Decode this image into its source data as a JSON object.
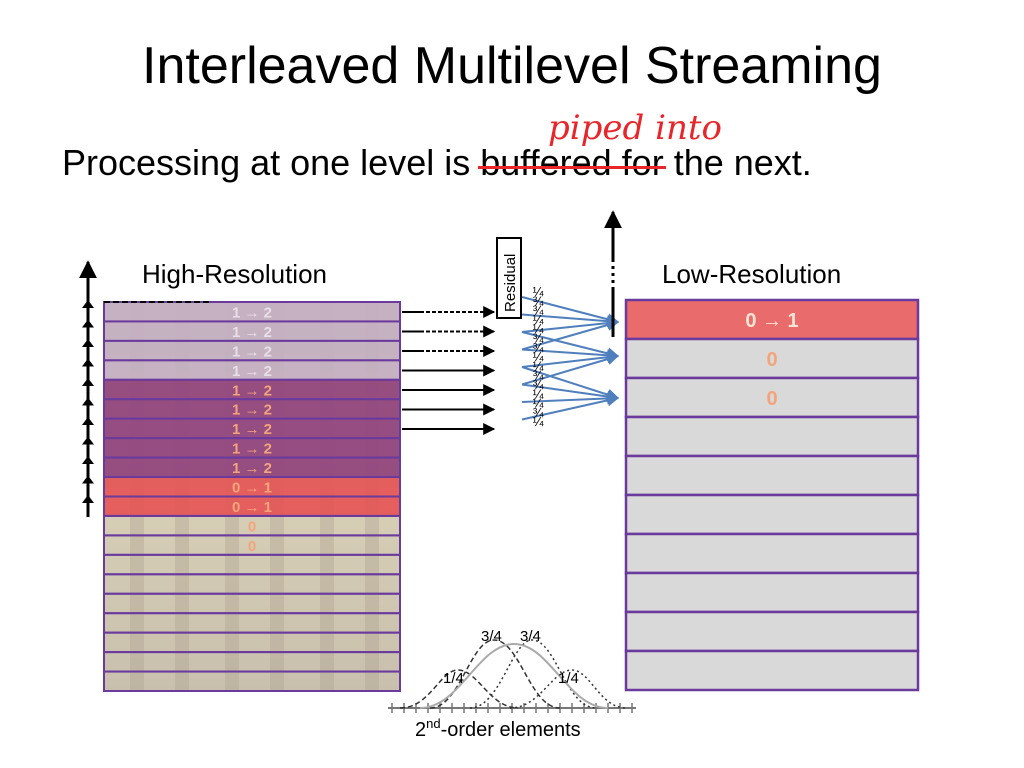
{
  "slide": {
    "title": "Interleaved Multilevel Streaming",
    "subtitle_before": "Processing at one level is ",
    "subtitle_struck": "buffered for",
    "subtitle_after": " the next.",
    "annotation": "piped into"
  },
  "high_res": {
    "label": "High-Resolution",
    "rows": [
      {
        "label": "1 → 2",
        "state": "faded"
      },
      {
        "label": "1 → 2",
        "state": "faded"
      },
      {
        "label": "1 → 2",
        "state": "faded"
      },
      {
        "label": "1 → 2",
        "state": "faded"
      },
      {
        "label": "1 → 2",
        "state": "active12"
      },
      {
        "label": "1 → 2",
        "state": "active12"
      },
      {
        "label": "1 → 2",
        "state": "active12"
      },
      {
        "label": "1 → 2",
        "state": "active12"
      },
      {
        "label": "1 → 2",
        "state": "active12"
      },
      {
        "label": "0 → 1",
        "state": "active01"
      },
      {
        "label": "0 → 1",
        "state": "active01"
      },
      {
        "label": "0",
        "state": "pending"
      },
      {
        "label": "0",
        "state": "pending"
      },
      {
        "label": "",
        "state": "empty"
      },
      {
        "label": "",
        "state": "empty"
      },
      {
        "label": "",
        "state": "empty"
      },
      {
        "label": "",
        "state": "empty"
      },
      {
        "label": "",
        "state": "empty"
      },
      {
        "label": "",
        "state": "empty"
      },
      {
        "label": "",
        "state": "empty"
      }
    ]
  },
  "low_res": {
    "label": "Low-Resolution",
    "rows": [
      {
        "label": "0 → 1",
        "state": "active01"
      },
      {
        "label": "0",
        "state": "pending"
      },
      {
        "label": "0",
        "state": "pending"
      },
      {
        "label": "",
        "state": "empty"
      },
      {
        "label": "",
        "state": "empty"
      },
      {
        "label": "",
        "state": "empty"
      },
      {
        "label": "",
        "state": "empty"
      },
      {
        "label": "",
        "state": "empty"
      },
      {
        "label": "",
        "state": "empty"
      },
      {
        "label": "",
        "state": "empty"
      }
    ]
  },
  "residual": {
    "label": "Residual"
  },
  "weights": [
    "¼",
    "¾",
    "¾",
    "¼",
    "¼",
    "¾",
    "¾",
    "¼",
    "¼",
    "¾",
    "¾",
    "¼",
    "¼",
    "¾",
    "¼"
  ],
  "basis": {
    "caption_base": "2",
    "caption_sup": "nd",
    "caption_rest": "-order elements",
    "peak_labels": [
      "1/4",
      "3/4",
      "3/4",
      "1/4"
    ]
  },
  "colors": {
    "row_border": "#6a3a9c",
    "faded_fill": "#c8b4c8",
    "active12_fill": "#94487f",
    "active01_fill": "#e55a5a",
    "low_active_fill": "#ea6b6b",
    "empty_fill": "#d9d9d9",
    "label_color": "#f3a47b",
    "connector": "#4f7fbd",
    "annotation": "#e8262a"
  }
}
